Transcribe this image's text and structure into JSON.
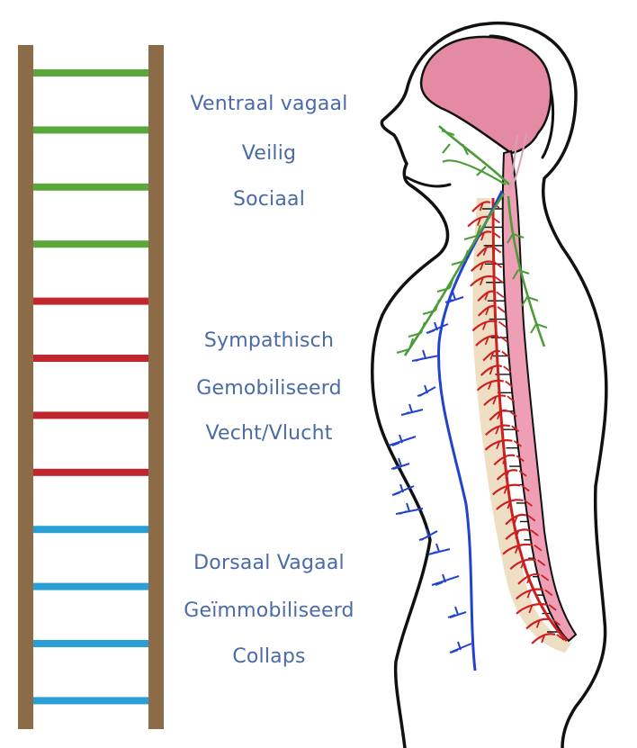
{
  "labels": {
    "ventral": [
      "Ventraal vagaal",
      "Veilig",
      "Sociaal"
    ],
    "sympathetic": [
      "Sympathisch",
      "Gemobiliseerd",
      "Vecht/Vlucht"
    ],
    "dorsal": [
      "Dorsaal Vagaal",
      "Geïmmobiliseerd",
      "Collaps"
    ]
  },
  "colors": {
    "rail": "#8b6b48",
    "ventral": "#5aa83c",
    "sympathetic": "#c0262c",
    "dorsal": "#2a9fd6",
    "label_text": "#4a6aa8",
    "brain": "#e58aa3",
    "spine": "#ef9fb5",
    "vertebra": "#eedfc4",
    "ventral_nerve": "#4c9c3a",
    "dorsal_nerve": "#2244cc",
    "sympathetic_nerve": "#cc1f1f"
  },
  "ladder": {
    "rungs": [
      "ventral",
      "ventral",
      "ventral",
      "ventral",
      "sympathetic",
      "sympathetic",
      "sympathetic",
      "sympathetic",
      "dorsal",
      "dorsal",
      "dorsal",
      "dorsal"
    ]
  }
}
